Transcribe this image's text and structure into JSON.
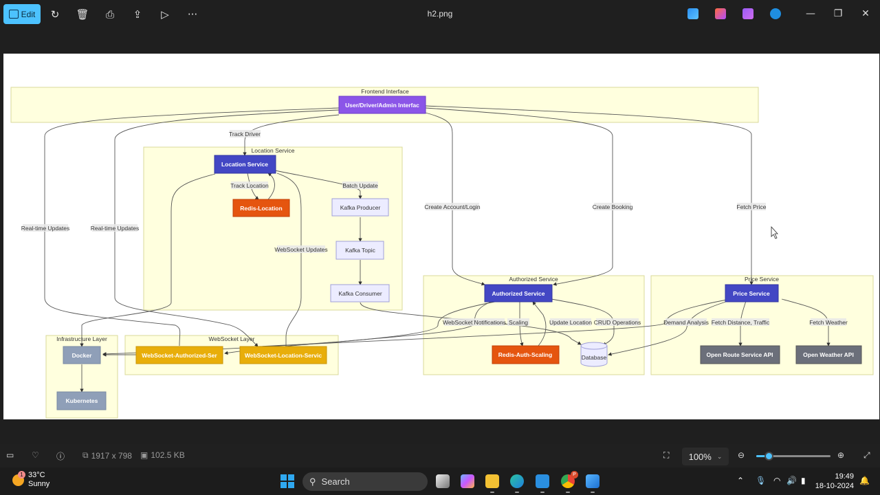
{
  "titlebar": {
    "edit_label": "Edit",
    "file_name": "h2.png",
    "tools": [
      "rotate-icon",
      "delete-icon",
      "print-icon",
      "share-icon",
      "slideshow-icon",
      "more-icon"
    ],
    "more_glyph": "···",
    "window_controls": {
      "minimize": "—",
      "maximize": "❐",
      "close": "✕"
    }
  },
  "diagram": {
    "clusters": {
      "frontend": "Frontend Interface",
      "location": "Location Service",
      "authorized": "Authorized Service",
      "price": "Price Service",
      "infra": "Infrastructure Layer",
      "websocket": "WebSocket Layer"
    },
    "nodes": {
      "ui": "User/Driver/Admin Interfac",
      "location_service": "Location Service",
      "redis_location": "Redis-Location",
      "kafka_producer": "Kafka Producer",
      "kafka_topic": "Kafka Topic",
      "kafka_consumer": "Kafka Consumer",
      "authorized_service": "Authorized Service",
      "redis_auth": "Redis-Auth-Scaling",
      "database": "Database",
      "price_service": "Price Service",
      "ors_api": "Open Route Service API",
      "weather_api": "Open Weather API",
      "docker": "Docker",
      "kubernetes": "Kubernetes",
      "ws_auth": "WebSocket-Authorized-Ser",
      "ws_loc": "WebSocket-Location-Servic"
    },
    "edges": {
      "track_driver": "Track Driver",
      "track_location": "Track Location",
      "batch_update": "Batch Update",
      "realtime1": "Real-time Updates",
      "realtime2": "Real-time Updates",
      "ws_updates": "WebSocket Updates",
      "create_account": "Create Account/Login",
      "create_booking": "Create Booking",
      "fetch_price": "Fetch Price",
      "ws_notifications": "WebSocket Notifications",
      "scaling": "Scaling",
      "update_location": "Update Location",
      "crud": "CRUD Operations",
      "demand": "Demand Analysis",
      "fetch_distance": "Fetch Distance, Traffic",
      "fetch_weather": "Fetch Weather"
    },
    "colors": {
      "cluster_fill": "#ffffde",
      "ui": "#8b55e8",
      "service": "#4347c4",
      "redis": "#e5550f",
      "kafka": "#ececff",
      "api": "#6b6f7a",
      "infra": "#8f9fb8",
      "websocket": "#e8ae0a"
    }
  },
  "statusbar": {
    "dimensions": "1917 x 798",
    "file_size": "102.5 KB",
    "zoom": "100%",
    "zoom_fraction": 0.17
  },
  "taskbar": {
    "weather_temp": "33°C",
    "weather_desc": "Sunny",
    "weather_badge": "1",
    "search_label": "Search",
    "time": "19:49",
    "date": "18-10-2024",
    "chrome_badge": "P"
  }
}
